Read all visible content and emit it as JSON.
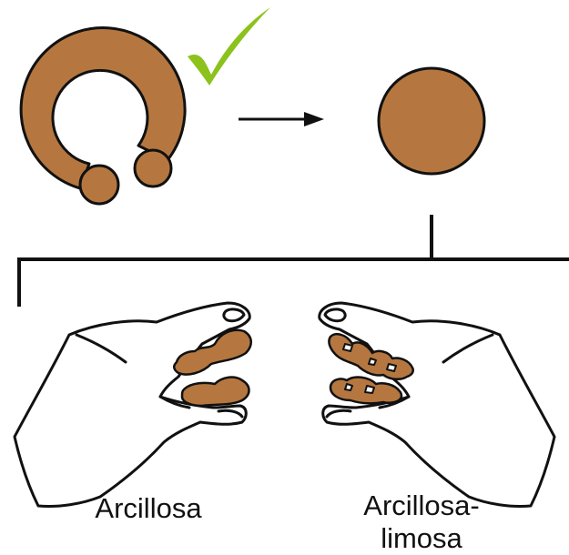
{
  "labels": {
    "left": "Arcillosa",
    "right_line1": "Arcillosa-",
    "right_line2": "limosa"
  },
  "colors": {
    "soil": "#b5773f",
    "check": "#8bc21c",
    "outline": "#111111",
    "background": "#ffffff"
  },
  "icons": {
    "check": "check-mark-icon",
    "arrow": "right-arrow-icon"
  }
}
